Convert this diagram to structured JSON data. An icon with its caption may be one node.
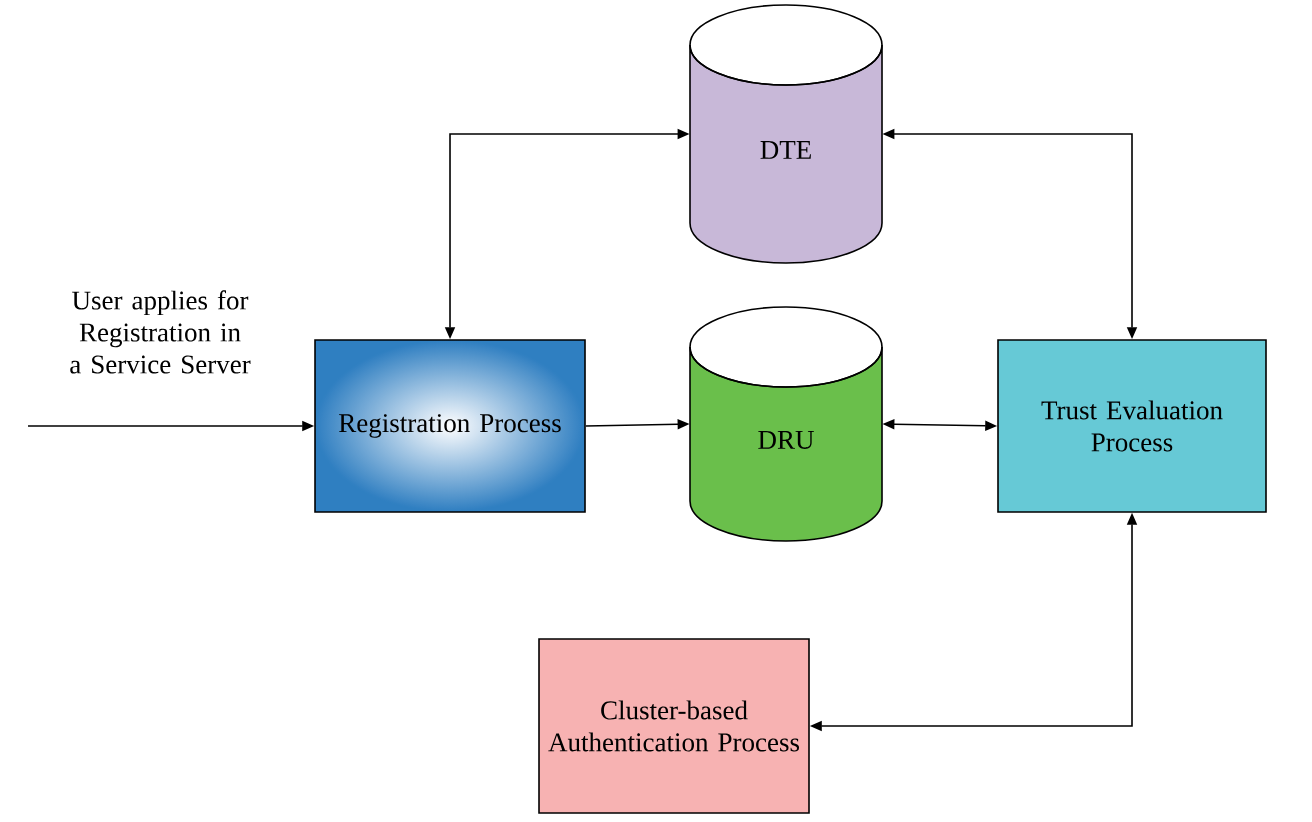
{
  "diagram": {
    "nodes": [
      {
        "text": [
          "Registration Process"
        ]
      },
      {
        "text": [
          "DTE"
        ]
      },
      {
        "text": [
          "DRU"
        ]
      },
      {
        "text": [
          "Trust Evaluation Process"
        ]
      },
      {
        "text": [
          "Cluster-based Authentication Process"
        ]
      }
    ],
    "edges": [
      {
        "from": null,
        "to": 0,
        "arrow": "to",
        "label": "User applies for Registration in a Service Server"
      },
      {
        "from": 0,
        "to": 1,
        "arrow": "both"
      },
      {
        "from": 0,
        "to": 2,
        "arrow": "to"
      },
      {
        "from": 2,
        "to": 3,
        "arrow": "both"
      },
      {
        "from": 1,
        "to": 3,
        "arrow": "both"
      },
      {
        "from": 3,
        "to": 4,
        "arrow": "both"
      }
    ]
  }
}
